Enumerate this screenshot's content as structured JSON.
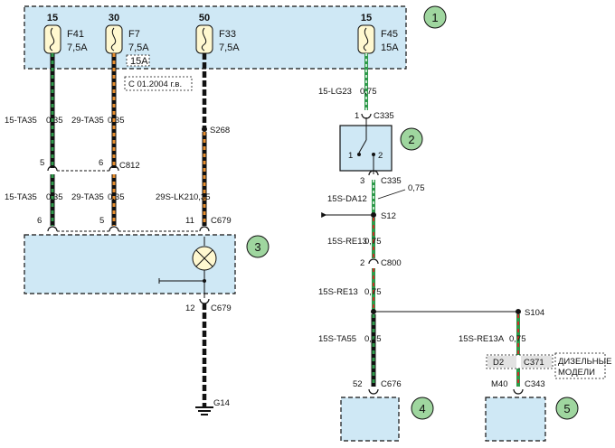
{
  "fuse_box": {
    "callout": "1",
    "fuses": [
      {
        "supply": "15",
        "id": "F41",
        "rating": "7,5A"
      },
      {
        "supply": "30",
        "id": "F7",
        "rating": "7,5A",
        "alt_rating": "15A"
      },
      {
        "supply": "50",
        "id": "F33",
        "rating": "7,5A"
      },
      {
        "supply": "15",
        "id": "F45",
        "rating": "15A"
      }
    ],
    "note": "С 01.2004 г.в."
  },
  "wire_labels": {
    "w1_top": "15-TA35",
    "w1_top_size": "0,35",
    "w2_top": "29-TA35",
    "w2_top_size": "0,35",
    "w1_bot": "15-TA35",
    "w1_bot_size": "0,35",
    "w2_bot": "29-TA35",
    "w2_bot_size": "0,35",
    "w3_bot": "29S-LK21",
    "w3_bot_size": "0,35",
    "lg23": "15-LG23",
    "lg23_size": "0,75",
    "da12": "15S-DA12",
    "da12_size": "0,75",
    "re13a": "15S-RE13",
    "re13a_size": "0,75",
    "re13b": "15S-RE13",
    "re13b_size": "0,75",
    "ta55": "15S-TA55",
    "ta55_size": "0,75",
    "re13c": "15S-RE13A",
    "re13c_size": "0,75"
  },
  "connectors": {
    "c812_pin_left": "5",
    "c812_pin_right": "6",
    "c812": "C812",
    "s268": "S268",
    "c679_pin_1": "6",
    "c679_pin_2": "5",
    "c679_pin_3": "11",
    "c679_top": "C679",
    "c679_pin_bottom": "12",
    "c679_bottom": "C679",
    "g14": "G14",
    "c335_pin_top": "1",
    "c335_top": "C335",
    "c335_pin_bottom": "3",
    "c335_bottom": "C335",
    "switch_pin_1": "1",
    "switch_pin_2": "2",
    "s12": "S12",
    "c800_pin": "2",
    "c800": "C800",
    "s104": "S104",
    "c676_pin": "52",
    "c676": "C676",
    "c371_pin": "D2",
    "c371": "C371",
    "c343_pin": "M40",
    "c343": "C343"
  },
  "components": {
    "switch_callout": "2",
    "cluster_callout": "3",
    "module4_callout": "4",
    "module5_callout": "5"
  },
  "diesel_note_line1": "ДИЗЕЛЬНЫЕ",
  "diesel_note_line2": "МОДЕЛИ",
  "colors": {
    "box_fill": "#cfe8f5",
    "callout_fill": "#9fd69f",
    "green": "#2e9a4a",
    "orange": "#e88e2e",
    "red": "#c8302a",
    "black": "#111111"
  }
}
